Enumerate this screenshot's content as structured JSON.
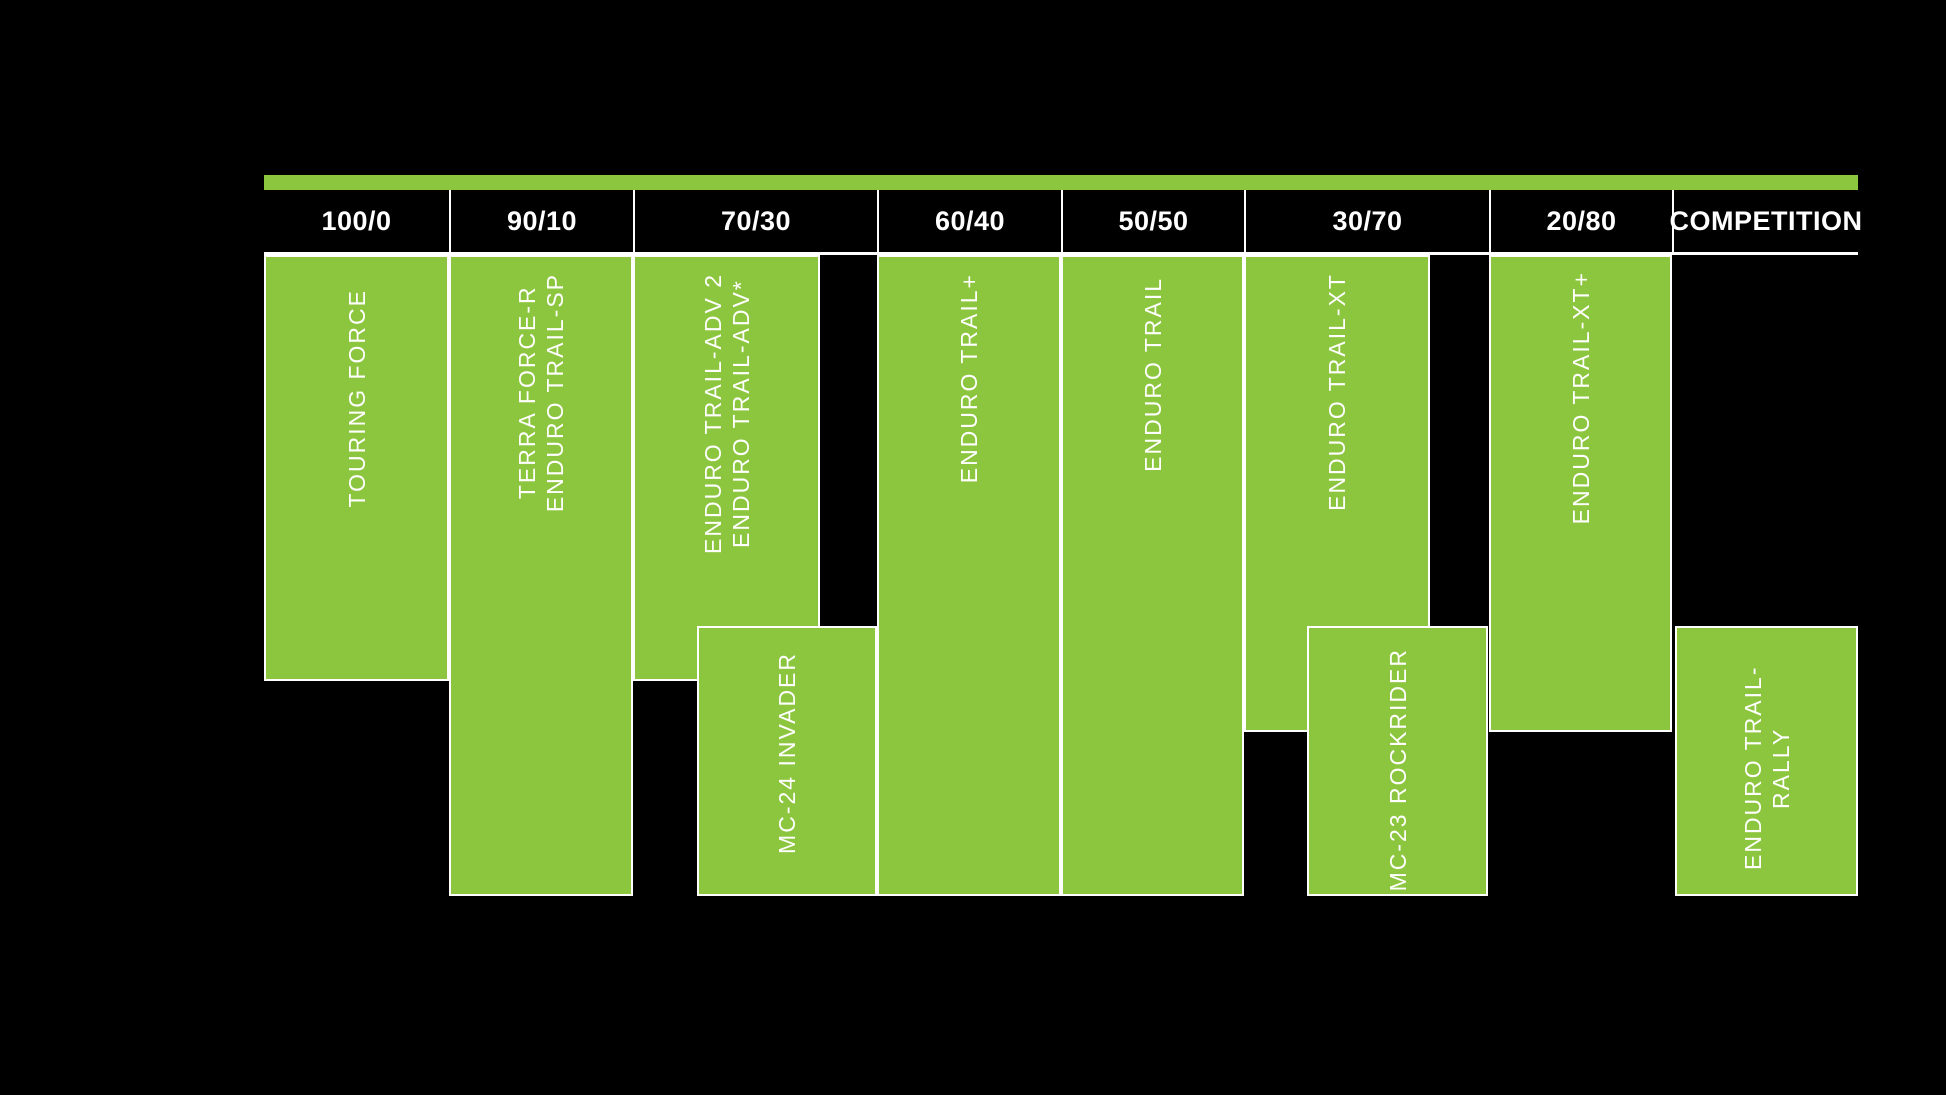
{
  "palette": {
    "green": "#8CC63F",
    "background": "#000000",
    "line": "#FFFFFF",
    "text": "#FFFFFF"
  },
  "header": {
    "columns": [
      {
        "label": "100/0"
      },
      {
        "label": "90/10"
      },
      {
        "label": "70/30"
      },
      {
        "label": "60/40"
      },
      {
        "label": "50/50"
      },
      {
        "label": "30/70"
      },
      {
        "label": "20/80"
      },
      {
        "label": "COMPETITION"
      }
    ]
  },
  "chart_data": {
    "type": "table",
    "title": "Tyre range by road/off-road ratio",
    "categories": [
      "100/0",
      "90/10",
      "70/30",
      "60/40",
      "50/50",
      "30/70",
      "20/80",
      "COMPETITION"
    ],
    "legend_position": "none",
    "grid": false,
    "blocks": [
      {
        "label": "TOURING FORCE",
        "columns": [
          "100/0"
        ],
        "band": "upper"
      },
      {
        "label": "TERRA FORCE-R\nENDURO TRAIL-SP",
        "columns": [
          "90/10"
        ],
        "band": "full"
      },
      {
        "label": "ENDURO TRAIL-ADV 2\nENDURO TRAIL-ADV*",
        "columns": [
          "70/30"
        ],
        "band": "upper"
      },
      {
        "label": "ENDURO TRAIL+",
        "columns": [
          "60/40"
        ],
        "band": "full"
      },
      {
        "label": "ENDURO TRAIL",
        "columns": [
          "50/50"
        ],
        "band": "full"
      },
      {
        "label": "ENDURO TRAIL-XT",
        "columns": [
          "30/70"
        ],
        "band": "upper"
      },
      {
        "label": "ENDURO TRAIL-XT+",
        "columns": [
          "20/80"
        ],
        "band": "upper"
      },
      {
        "label": "MC-24 INVADER",
        "columns": [
          "70/30",
          "60/40"
        ],
        "band": "lower"
      },
      {
        "label": "MC-23 ROCKRIDER",
        "columns": [
          "30/70",
          "20/80"
        ],
        "band": "lower"
      },
      {
        "label": "ENDURO TRAIL-RALLY",
        "columns": [
          "COMPETITION"
        ],
        "band": "lower"
      }
    ]
  }
}
